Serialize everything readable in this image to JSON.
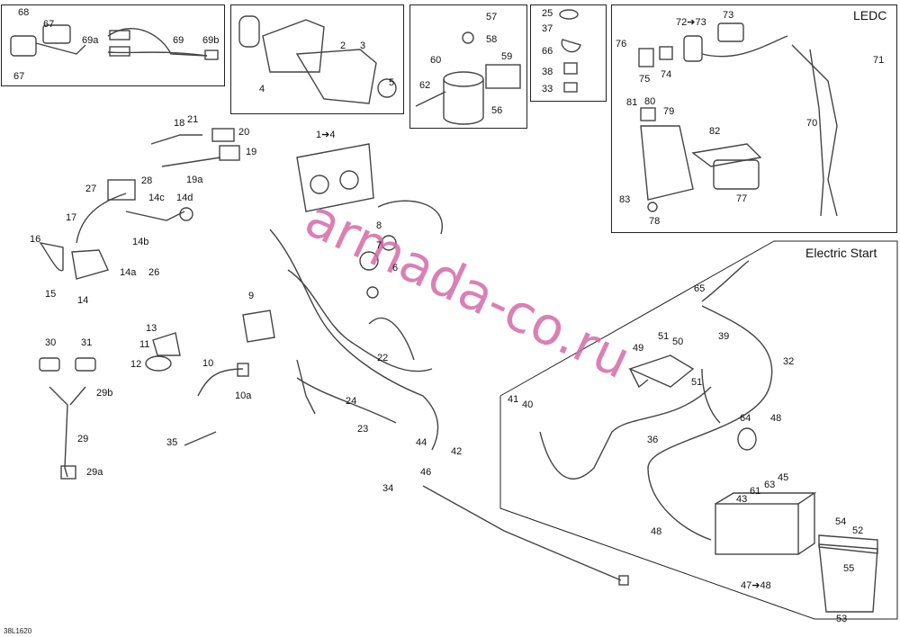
{
  "sections": {
    "ledc": "LEDC",
    "electric_start": "Electric Start"
  },
  "watermark": "armada-co.ru",
  "drawing_code": "38L1620",
  "callouts": {
    "c68": "68",
    "c67a": "67",
    "c67b": "67",
    "c69a": "69a",
    "c69": "69",
    "c69b": "69b",
    "c2": "2",
    "c3": "3",
    "c4": "4",
    "c5": "5",
    "c1to4": "1➔4",
    "c57": "57",
    "c58": "58",
    "c60": "60",
    "c59": "59",
    "c62": "62",
    "c56": "56",
    "c25": "25",
    "c37": "37",
    "c66": "66",
    "c38": "38",
    "c33": "33",
    "c72to73": "72➔73",
    "c73": "73",
    "c76": "76",
    "c75": "75",
    "c74": "74",
    "c71": "71",
    "c81": "81",
    "c80": "80",
    "c79": "79",
    "c82": "82",
    "c70": "70",
    "c83": "83",
    "c78": "78",
    "c77": "77",
    "c18": "18",
    "c21": "21",
    "c20": "20",
    "c19": "19",
    "c19a": "19a",
    "c27": "27",
    "c28": "28",
    "c14c": "14c",
    "c14d": "14d",
    "c17": "17",
    "c14b": "14b",
    "c16": "16",
    "c14a": "14a",
    "c26": "26",
    "c15": "15",
    "c14": "14",
    "c8": "8",
    "c7": "7",
    "c6": "6",
    "c9": "9",
    "c13": "13",
    "c11": "11",
    "c12": "12",
    "c30": "30",
    "c31": "31",
    "c29b": "29b",
    "c29": "29",
    "c29a": "29a",
    "c10": "10",
    "c10a": "10a",
    "c35": "35",
    "c22": "22",
    "c24": "24",
    "c23": "23",
    "c44": "44",
    "c42": "42",
    "c46": "46",
    "c34": "34",
    "c65": "65",
    "c32": "32",
    "c49": "49",
    "c51a": "51",
    "c50": "50",
    "c39": "39",
    "c51b": "51",
    "c41": "41",
    "c40": "40",
    "c36": "36",
    "c64": "64",
    "c48a": "48",
    "c45": "45",
    "c63": "63",
    "c61": "61",
    "c43": "43",
    "c48b": "48",
    "c54": "54",
    "c52": "52",
    "c55": "55",
    "c47to48": "47➔48",
    "c53": "53"
  }
}
